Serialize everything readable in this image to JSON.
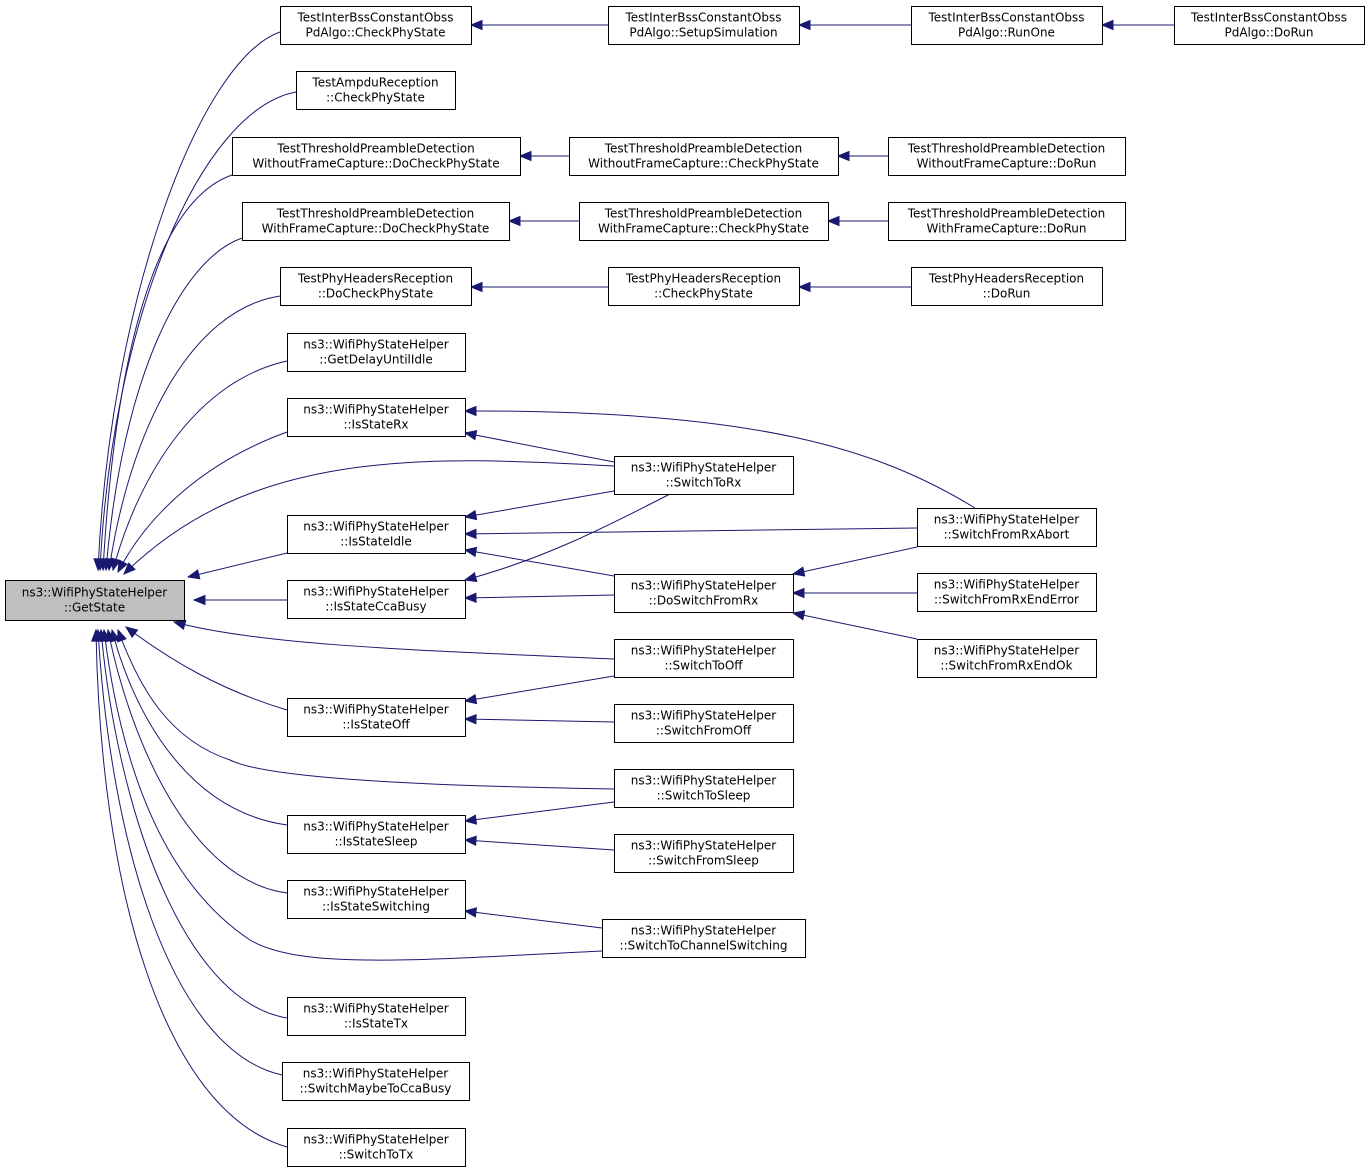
{
  "colors": {
    "edge": "#191970",
    "root_fill": "#bfbfbf",
    "node_fill": "#ffffff",
    "node_stroke": "#000000"
  },
  "nodes": [
    {
      "id": "getstate",
      "lines": [
        "ns3::WifiPhyStateHelper",
        "::GetState"
      ],
      "root": true
    },
    {
      "id": "tib_check",
      "lines": [
        "TestInterBssConstantObss",
        "PdAlgo::CheckPhyState"
      ]
    },
    {
      "id": "tib_setup",
      "lines": [
        "TestInterBssConstantObss",
        "PdAlgo::SetupSimulation"
      ]
    },
    {
      "id": "tib_runone",
      "lines": [
        "TestInterBssConstantObss",
        "PdAlgo::RunOne"
      ]
    },
    {
      "id": "tib_dorun",
      "lines": [
        "TestInterBssConstantObss",
        "PdAlgo::DoRun"
      ]
    },
    {
      "id": "ampdu_check",
      "lines": [
        "TestAmpduReception",
        "::CheckPhyState"
      ]
    },
    {
      "id": "tpd_wo_docheck",
      "lines": [
        "TestThresholdPreambleDetection",
        "WithoutFrameCapture::DoCheckPhyState"
      ]
    },
    {
      "id": "tpd_wo_check",
      "lines": [
        "TestThresholdPreambleDetection",
        "WithoutFrameCapture::CheckPhyState"
      ]
    },
    {
      "id": "tpd_wo_dorun",
      "lines": [
        "TestThresholdPreambleDetection",
        "WithoutFrameCapture::DoRun"
      ]
    },
    {
      "id": "tpd_w_docheck",
      "lines": [
        "TestThresholdPreambleDetection",
        "WithFrameCapture::DoCheckPhyState"
      ]
    },
    {
      "id": "tpd_w_check",
      "lines": [
        "TestThresholdPreambleDetection",
        "WithFrameCapture::CheckPhyState"
      ]
    },
    {
      "id": "tpd_w_dorun",
      "lines": [
        "TestThresholdPreambleDetection",
        "WithFrameCapture::DoRun"
      ]
    },
    {
      "id": "tph_docheck",
      "lines": [
        "TestPhyHeadersReception",
        "::DoCheckPhyState"
      ]
    },
    {
      "id": "tph_check",
      "lines": [
        "TestPhyHeadersReception",
        "::CheckPhyState"
      ]
    },
    {
      "id": "tph_dorun",
      "lines": [
        "TestPhyHeadersReception",
        "::DoRun"
      ]
    },
    {
      "id": "getdelay",
      "lines": [
        "ns3::WifiPhyStateHelper",
        "::GetDelayUntilIdle"
      ]
    },
    {
      "id": "isrx",
      "lines": [
        "ns3::WifiPhyStateHelper",
        "::IsStateRx"
      ]
    },
    {
      "id": "switchtorx",
      "lines": [
        "ns3::WifiPhyStateHelper",
        "::SwitchToRx"
      ]
    },
    {
      "id": "rxabort",
      "lines": [
        "ns3::WifiPhyStateHelper",
        "::SwitchFromRxAbort"
      ]
    },
    {
      "id": "isidle",
      "lines": [
        "ns3::WifiPhyStateHelper",
        "::IsStateIdle"
      ]
    },
    {
      "id": "isccabusy",
      "lines": [
        "ns3::WifiPhyStateHelper",
        "::IsStateCcaBusy"
      ]
    },
    {
      "id": "doswitchfromrx",
      "lines": [
        "ns3::WifiPhyStateHelper",
        "::DoSwitchFromRx"
      ]
    },
    {
      "id": "rxenderror",
      "lines": [
        "ns3::WifiPhyStateHelper",
        "::SwitchFromRxEndError"
      ]
    },
    {
      "id": "rxendok",
      "lines": [
        "ns3::WifiPhyStateHelper",
        "::SwitchFromRxEndOk"
      ]
    },
    {
      "id": "switchtooff",
      "lines": [
        "ns3::WifiPhyStateHelper",
        "::SwitchToOff"
      ]
    },
    {
      "id": "isoff",
      "lines": [
        "ns3::WifiPhyStateHelper",
        "::IsStateOff"
      ]
    },
    {
      "id": "switchfromoff",
      "lines": [
        "ns3::WifiPhyStateHelper",
        "::SwitchFromOff"
      ]
    },
    {
      "id": "switchtosleep",
      "lines": [
        "ns3::WifiPhyStateHelper",
        "::SwitchToSleep"
      ]
    },
    {
      "id": "issleep",
      "lines": [
        "ns3::WifiPhyStateHelper",
        "::IsStateSleep"
      ]
    },
    {
      "id": "switchfromsleep",
      "lines": [
        "ns3::WifiPhyStateHelper",
        "::SwitchFromSleep"
      ]
    },
    {
      "id": "isswitching",
      "lines": [
        "ns3::WifiPhyStateHelper",
        "::IsStateSwitching"
      ]
    },
    {
      "id": "switchtochsw",
      "lines": [
        "ns3::WifiPhyStateHelper",
        "::SwitchToChannelSwitching"
      ]
    },
    {
      "id": "istx",
      "lines": [
        "ns3::WifiPhyStateHelper",
        "::IsStateTx"
      ]
    },
    {
      "id": "maybecca",
      "lines": [
        "ns3::WifiPhyStateHelper",
        "::SwitchMaybeToCcaBusy"
      ]
    },
    {
      "id": "switchtotx",
      "lines": [
        "ns3::WifiPhyStateHelper",
        "::SwitchToTx"
      ]
    }
  ],
  "edges": [
    {
      "from": "tib_check",
      "to": "getstate"
    },
    {
      "from": "ampdu_check",
      "to": "getstate"
    },
    {
      "from": "tpd_wo_docheck",
      "to": "getstate"
    },
    {
      "from": "tpd_w_docheck",
      "to": "getstate"
    },
    {
      "from": "tph_docheck",
      "to": "getstate"
    },
    {
      "from": "getdelay",
      "to": "getstate"
    },
    {
      "from": "isrx",
      "to": "getstate"
    },
    {
      "from": "switchtorx",
      "to": "getstate"
    },
    {
      "from": "isidle",
      "to": "getstate"
    },
    {
      "from": "isccabusy",
      "to": "getstate"
    },
    {
      "from": "switchtooff",
      "to": "getstate"
    },
    {
      "from": "isoff",
      "to": "getstate"
    },
    {
      "from": "switchtosleep",
      "to": "getstate"
    },
    {
      "from": "issleep",
      "to": "getstate"
    },
    {
      "from": "isswitching",
      "to": "getstate"
    },
    {
      "from": "switchtochsw",
      "to": "getstate"
    },
    {
      "from": "istx",
      "to": "getstate"
    },
    {
      "from": "maybecca",
      "to": "getstate"
    },
    {
      "from": "switchtotx",
      "to": "getstate"
    },
    {
      "from": "tib_setup",
      "to": "tib_check"
    },
    {
      "from": "tib_runone",
      "to": "tib_setup"
    },
    {
      "from": "tib_dorun",
      "to": "tib_runone"
    },
    {
      "from": "tpd_wo_check",
      "to": "tpd_wo_docheck"
    },
    {
      "from": "tpd_wo_dorun",
      "to": "tpd_wo_check"
    },
    {
      "from": "tpd_w_check",
      "to": "tpd_w_docheck"
    },
    {
      "from": "tpd_w_dorun",
      "to": "tpd_w_check"
    },
    {
      "from": "tph_check",
      "to": "tph_docheck"
    },
    {
      "from": "tph_dorun",
      "to": "tph_check"
    },
    {
      "from": "switchtorx",
      "to": "isrx"
    },
    {
      "from": "rxabort",
      "to": "isrx"
    },
    {
      "from": "switchtorx",
      "to": "isidle"
    },
    {
      "from": "rxabort",
      "to": "isidle"
    },
    {
      "from": "doswitchfromrx",
      "to": "isidle"
    },
    {
      "from": "switchtorx",
      "to": "isccabusy"
    },
    {
      "from": "doswitchfromrx",
      "to": "isccabusy"
    },
    {
      "from": "rxabort",
      "to": "doswitchfromrx"
    },
    {
      "from": "rxenderror",
      "to": "doswitchfromrx"
    },
    {
      "from": "rxendok",
      "to": "doswitchfromrx"
    },
    {
      "from": "switchtooff",
      "to": "isoff"
    },
    {
      "from": "switchfromoff",
      "to": "isoff"
    },
    {
      "from": "switchtosleep",
      "to": "issleep"
    },
    {
      "from": "switchfromsleep",
      "to": "issleep"
    },
    {
      "from": "switchtochsw",
      "to": "isswitching"
    }
  ]
}
